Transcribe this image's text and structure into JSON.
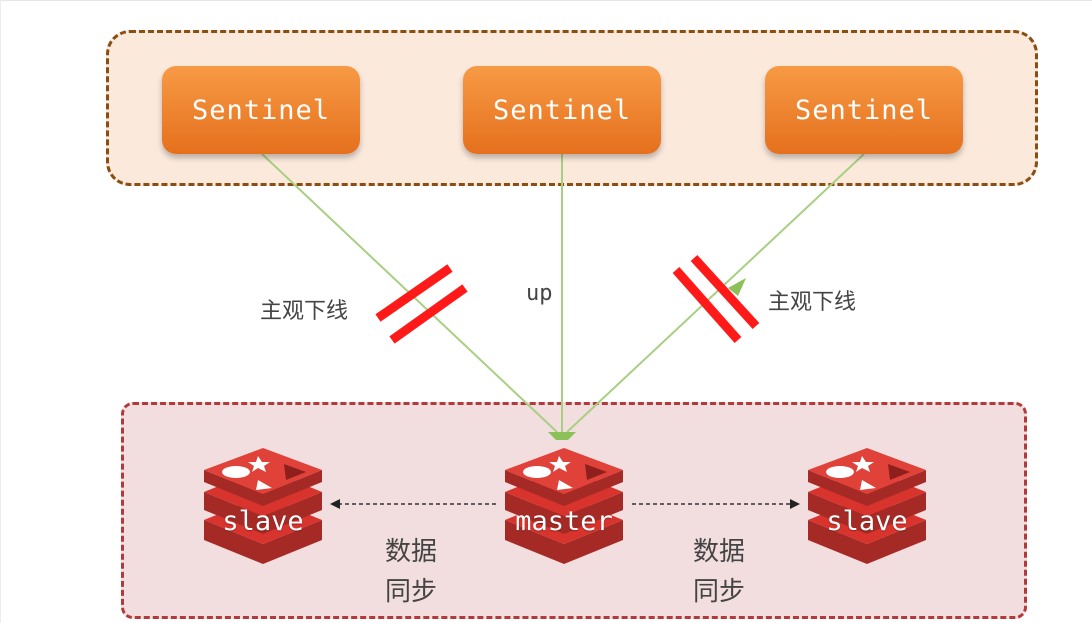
{
  "sentinels": [
    {
      "label": "Sentinel"
    },
    {
      "label": "Sentinel"
    },
    {
      "label": "Sentinel"
    }
  ],
  "links": {
    "left_label": "主观下线",
    "middle_label": "up",
    "right_label": "主观下线"
  },
  "nodes": [
    {
      "label": "slave"
    },
    {
      "label": "master"
    },
    {
      "label": "slave"
    }
  ],
  "sync": {
    "left_line1": "数据",
    "left_line2": "同步",
    "right_line1": "数据",
    "right_line2": "同步"
  },
  "colors": {
    "sentinel_group_border": "#8a4d12",
    "sentinel_group_fill": "#fbe9dc",
    "redis_group_border": "#b33a3a",
    "redis_group_fill": "#f2dede",
    "sentinel_fill": "#f0852f",
    "link_line": "#a8cf82",
    "down_mark": "#ff1a1a",
    "redis_red": "#d8332d"
  }
}
